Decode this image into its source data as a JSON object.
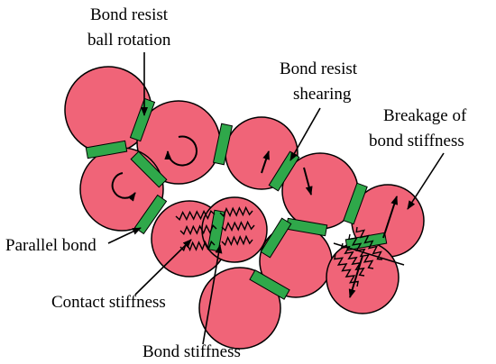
{
  "labels": {
    "bond_resist_rotation_line1": "Bond resist",
    "bond_resist_rotation_line2": "ball rotation",
    "bond_resist_shearing_line1": "Bond resist",
    "bond_resist_shearing_line2": "shearing",
    "breakage_line1": "Breakage of",
    "breakage_line2": "bond stiffness",
    "parallel_bond": "Parallel bond",
    "contact_stiffness": "Contact stiffness",
    "bond_stiffness": "Bond stiffness"
  },
  "colors": {
    "particle_fill": "#f06478",
    "bond_fill": "#2fa84a",
    "stroke": "#000000"
  }
}
